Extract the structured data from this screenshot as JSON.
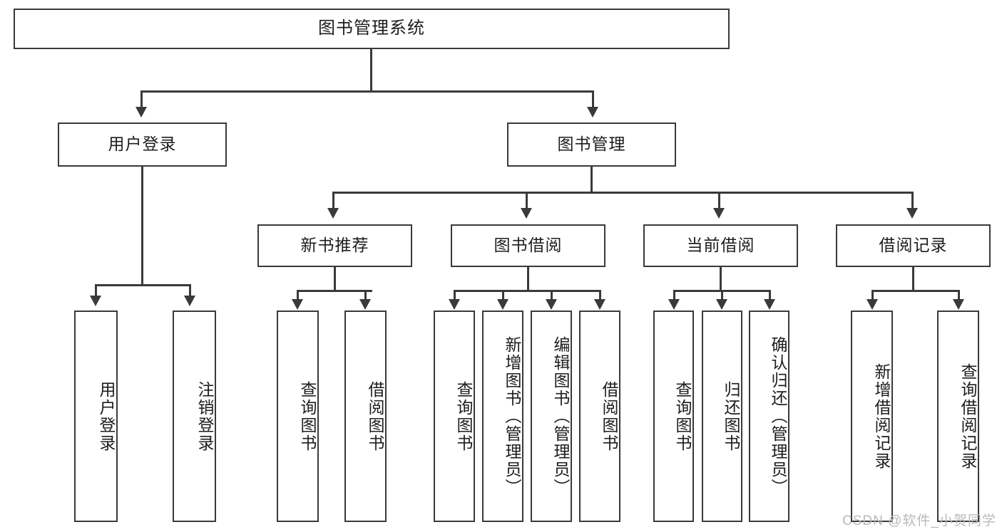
{
  "diagram": {
    "title": "图书管理系统",
    "watermark": "CSDN @软件_小贺同学",
    "line_color": "#3a3a3a",
    "background_color": "#ffffff",
    "text_color": "#1d1d1d",
    "root": {
      "label": "图书管理系统"
    },
    "level1": [
      {
        "id": "user-login",
        "label": "用户登录"
      },
      {
        "id": "book-manage",
        "label": "图书管理"
      }
    ],
    "level2": [
      {
        "id": "new-book-rec",
        "label": "新书推荐",
        "parent": "book-manage"
      },
      {
        "id": "book-borrow",
        "label": "图书借阅",
        "parent": "book-manage"
      },
      {
        "id": "current-borrow",
        "label": "当前借阅",
        "parent": "book-manage"
      },
      {
        "id": "borrow-record",
        "label": "借阅记录",
        "parent": "book-manage"
      }
    ],
    "leaves": {
      "user-login": [
        {
          "id": "leaf-user-login",
          "label": "用户登录"
        },
        {
          "id": "leaf-user-logout",
          "label": "注销登录"
        }
      ],
      "new-book-rec": [
        {
          "id": "leaf-query-book-1",
          "label": "查询图书"
        },
        {
          "id": "leaf-borrow-book-1",
          "label": "借阅图书"
        }
      ],
      "book-borrow": [
        {
          "id": "leaf-query-book-2",
          "label": "查询图书"
        },
        {
          "id": "leaf-add-book",
          "label": "新增图书（管理员）"
        },
        {
          "id": "leaf-edit-book",
          "label": "编辑图书（管理员）"
        },
        {
          "id": "leaf-borrow-book-2",
          "label": "借阅图书"
        }
      ],
      "current-borrow": [
        {
          "id": "leaf-query-book-3",
          "label": "查询图书"
        },
        {
          "id": "leaf-return-book",
          "label": "归还图书"
        },
        {
          "id": "leaf-confirm-return",
          "label": "确认归还（管理员）"
        }
      ],
      "borrow-record": [
        {
          "id": "leaf-add-record",
          "label": "新增借阅记录"
        },
        {
          "id": "leaf-query-record",
          "label": "查询借阅记录"
        }
      ]
    }
  }
}
